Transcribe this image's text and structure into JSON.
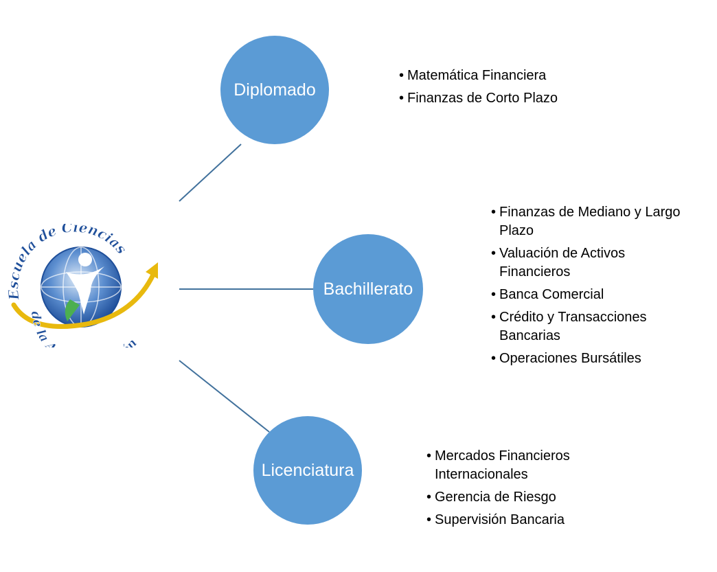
{
  "colors": {
    "node_fill": "#5b9bd5",
    "connector": "#41719c"
  },
  "logo": {
    "text_top": "Escuela de Ciencias",
    "text_bottom": "de la Administración",
    "icon": "globe-with-figure-logo"
  },
  "nodes": [
    {
      "id": "diplomado",
      "label": "Diplomado",
      "items": [
        "Matemática Financiera",
        "Finanzas de Corto Plazo"
      ]
    },
    {
      "id": "bachillerato",
      "label": "Bachillerato",
      "items": [
        "Finanzas de Mediano y Largo Plazo",
        "Valuación de Activos Financieros",
        "Banca Comercial",
        "Crédito y Transacciones Bancarias",
        "Operaciones Bursátiles"
      ]
    },
    {
      "id": "licenciatura",
      "label": "Licenciatura",
      "items": [
        "Mercados Financieros Internacionales",
        "Gerencia de Riesgo",
        "Supervisión Bancaria"
      ]
    }
  ]
}
